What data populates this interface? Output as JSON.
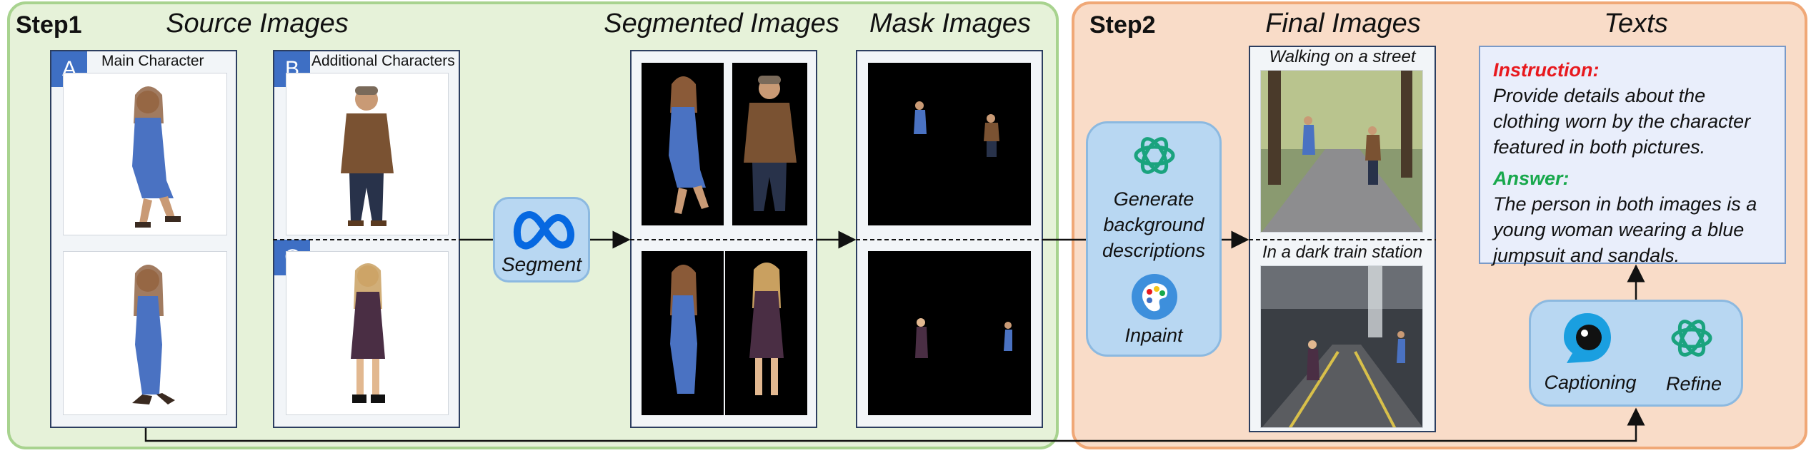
{
  "step1": {
    "label": "Step1"
  },
  "step2": {
    "label": "Step2"
  },
  "columns": {
    "source": "Source Images",
    "segmented": "Segmented Images",
    "mask": "Mask Images",
    "final": "Final Images",
    "texts": "Texts"
  },
  "source": {
    "main": {
      "badge": "A",
      "caption": "Main Character"
    },
    "additional": {
      "badge": "B",
      "caption": "Additional Characters"
    },
    "second": {
      "badge": "C"
    }
  },
  "segment": {
    "label": "Segment"
  },
  "generate": {
    "label_lines": [
      "Generate",
      "background",
      "descriptions"
    ],
    "inpaint_label": "Inpaint"
  },
  "final": {
    "top_caption": "Walking on a street",
    "bottom_caption": "In a dark train station"
  },
  "texts": {
    "instruction_label": "Instruction:",
    "instruction_lines": [
      "Provide details about the",
      "clothing worn by the character",
      "featured in both pictures."
    ],
    "answer_label": "Answer:",
    "answer_lines": [
      "The person in both images is a",
      "young woman wearing a blue",
      "jumpsuit and sandals."
    ]
  },
  "caption_box": {
    "captioning_label": "Captioning",
    "refine_label": "Refine"
  },
  "icons": {
    "meta": "meta-infinity-icon",
    "openai": "openai-knot-icon",
    "palette": "paint-palette-icon",
    "eye": "eye-icon"
  },
  "colors": {
    "step1_bg": "#e6f2d9",
    "step2_bg": "#f9dcc8",
    "badge": "#3e6fc4",
    "instruction": "#e8191e",
    "answer": "#18a84c",
    "meta_blue": "#0668e1"
  }
}
